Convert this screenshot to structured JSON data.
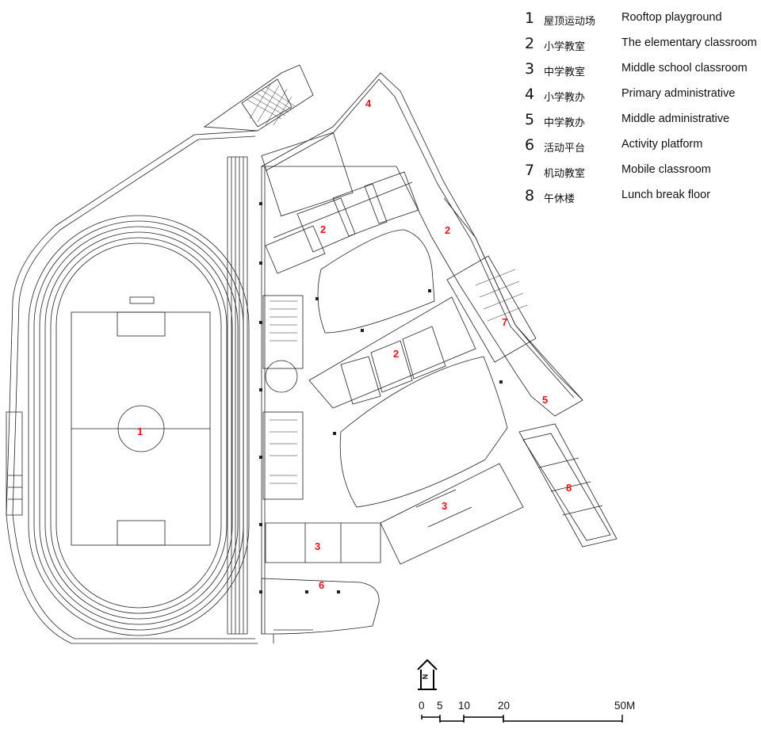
{
  "legend": [
    {
      "num": "1",
      "zh": "屋顶运动场",
      "en": "Rooftop playground"
    },
    {
      "num": "2",
      "zh": "小学教室",
      "en": "The elementary classroom"
    },
    {
      "num": "3",
      "zh": "中学教室",
      "en": "Middle school classroom"
    },
    {
      "num": "4",
      "zh": "小学教办",
      "en": "Primary administrative"
    },
    {
      "num": "5",
      "zh": "中学教办",
      "en": "Middle administrative"
    },
    {
      "num": "6",
      "zh": "活动平台",
      "en": "Activity platform"
    },
    {
      "num": "7",
      "zh": "机动教室",
      "en": "Mobile classroom"
    },
    {
      "num": "8",
      "zh": "午休楼",
      "en": "Lunch break floor"
    }
  ],
  "plan_labels": [
    "1",
    "2",
    "2",
    "2",
    "3",
    "3",
    "4",
    "5",
    "6",
    "7",
    "8"
  ],
  "scale_bar": {
    "ticks": [
      "0",
      "5",
      "10",
      "20",
      "50M"
    ]
  },
  "north_arrow": {
    "letter": "N"
  },
  "colors": {
    "label": "#e0141b",
    "line": "#222222"
  }
}
